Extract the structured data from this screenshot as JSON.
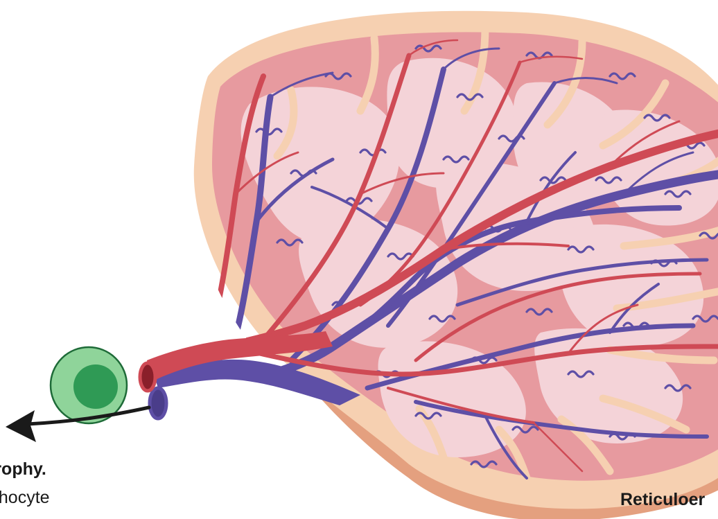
{
  "labels": {
    "left_line1": "trophy.",
    "left_line2": "phocyte",
    "right_line1": "Reticuloer"
  },
  "colors": {
    "capsule": "#f6d0b1",
    "parenchyma": "#e79a9f",
    "white_pulp": "#f4d3d8",
    "artery": "#cf4a55",
    "vein": "#5e4fa6",
    "lymphocyte_outer": "#8fd49a",
    "lymphocyte_inner": "#2f9a55",
    "arrow": "#1a1a1a"
  },
  "icons": {
    "cell": "lymphocyte-cell-icon",
    "arrow": "arrow-left-icon"
  }
}
